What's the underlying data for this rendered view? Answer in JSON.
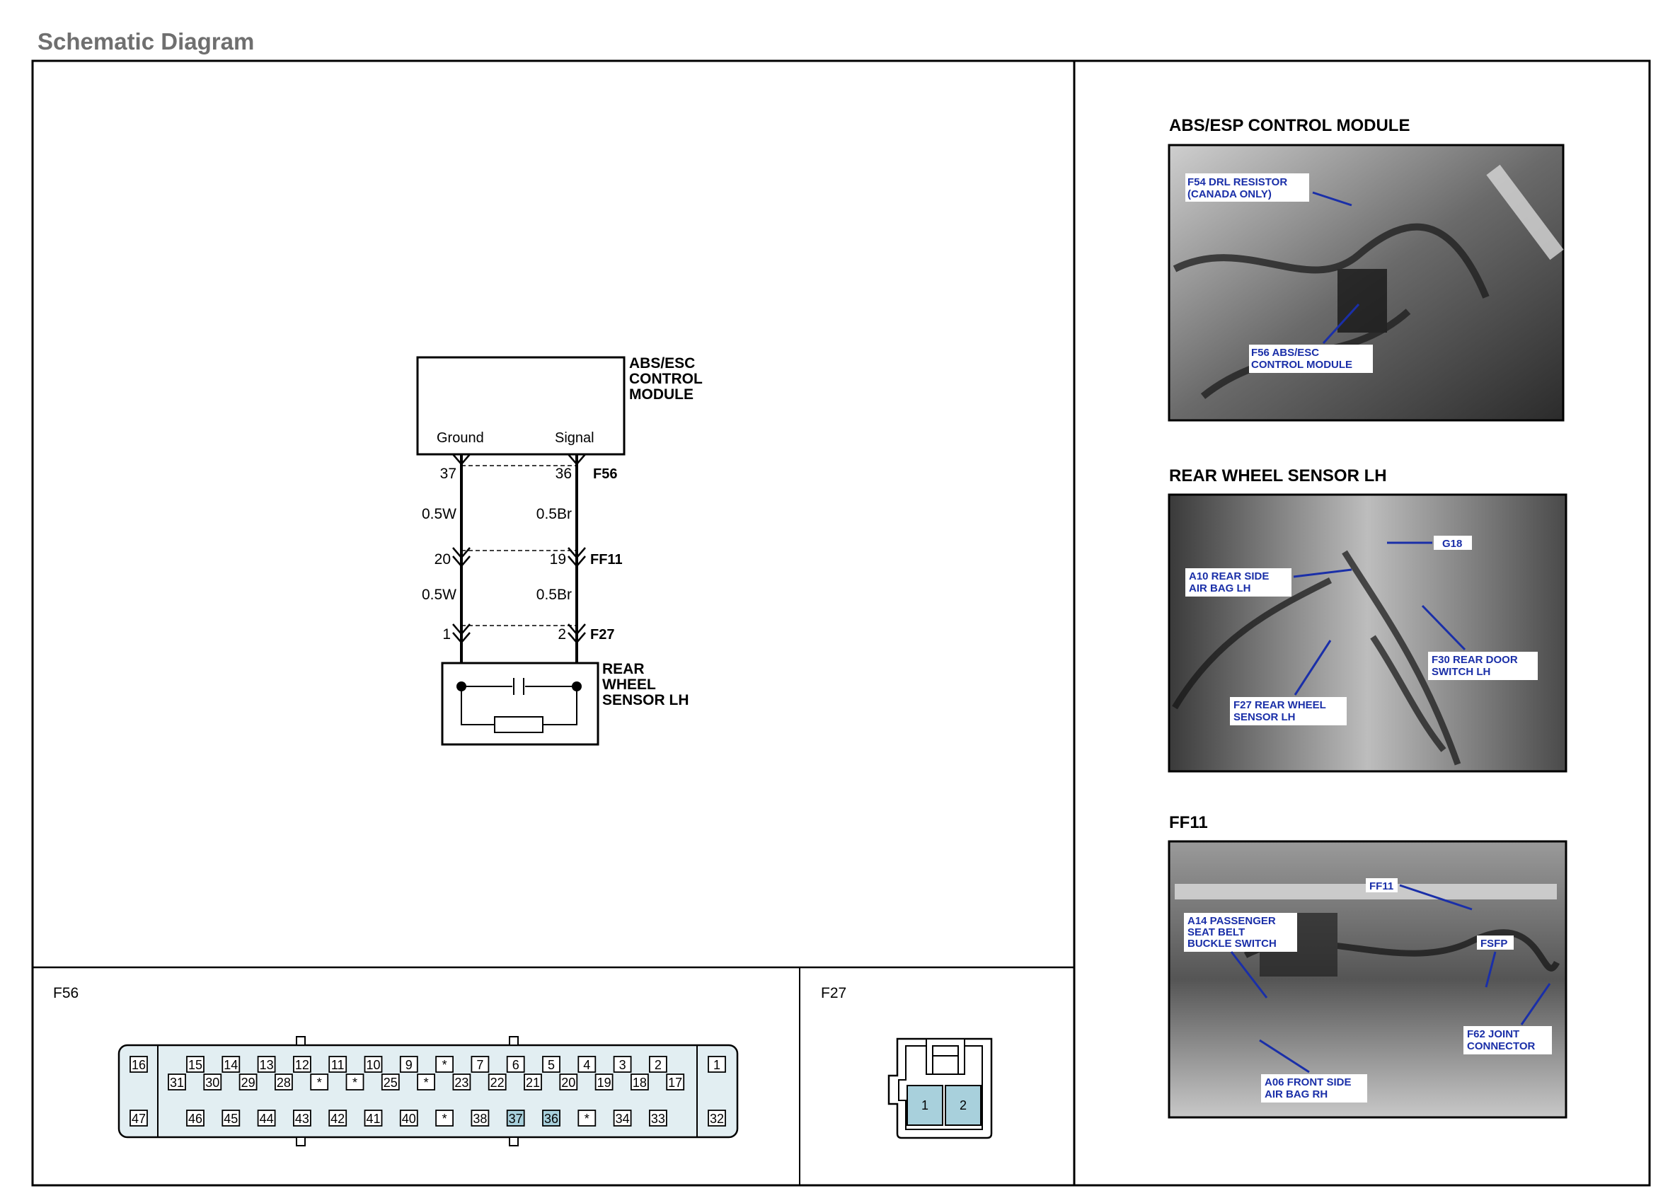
{
  "page_title": "Schematic Diagram",
  "schematic": {
    "module_label": [
      "ABS/ESC",
      "CONTROL",
      "MODULE"
    ],
    "ground_label": "Ground",
    "signal_label": "Signal",
    "pin_37": "37",
    "pin_36": "36",
    "conn_f56": "F56",
    "wire_left_1": "0.5W",
    "wire_right_1": "0.5Br",
    "pin_20": "20",
    "pin_19": "19",
    "conn_ff11": "FF11",
    "wire_left_2": "0.5W",
    "wire_right_2": "0.5Br",
    "pin_1": "1",
    "pin_2": "2",
    "conn_f27": "F27",
    "sensor_label": [
      "REAR",
      "WHEEL",
      "SENSOR LH"
    ]
  },
  "photos": {
    "abs_title": "ABS/ESP CONTROL MODULE",
    "abs_callouts": [
      "F54 DRL RESISTOR",
      "(CANADA ONLY)",
      "F56 ABS/ESC",
      "CONTROL MODULE"
    ],
    "rear_title": "REAR WHEEL SENSOR LH",
    "rear_callouts": [
      "G18",
      "A10 REAR SIDE",
      "AIR BAG LH",
      "F30 REAR DOOR",
      "SWITCH LH",
      "F27 REAR WHEEL",
      "SENSOR LH"
    ],
    "ff11_title": "FF11",
    "ff11_callouts": [
      "FF11",
      "A14 PASSENGER",
      "SEAT BELT",
      "BUCKLE SWITCH",
      "FSFP",
      "F62 JOINT",
      "CONNECTOR",
      "A06 FRONT SIDE",
      "AIR BAG RH"
    ]
  },
  "connectors": {
    "f56_label": "F56",
    "f27_label": "F27",
    "f56_row1": [
      "16",
      "15",
      "14",
      "13",
      "12",
      "11",
      "10",
      "9",
      "*",
      "7",
      "6",
      "5",
      "4",
      "3",
      "2",
      "1"
    ],
    "f56_row2": [
      "31",
      "30",
      "29",
      "28",
      "*",
      "*",
      "25",
      "*",
      "23",
      "22",
      "21",
      "20",
      "19",
      "18",
      "17"
    ],
    "f56_row3": [
      "47",
      "46",
      "45",
      "44",
      "43",
      "42",
      "41",
      "40",
      "*",
      "38",
      "37",
      "36",
      "*",
      "34",
      "33",
      "32"
    ],
    "f56_highlighted": [
      "37",
      "36"
    ],
    "f27_pins": [
      "1",
      "2"
    ]
  },
  "colors": {
    "callout_text": "#1a2fa8",
    "pin_highlight": "#a8d0dc",
    "connector_fill": "#e2eef2",
    "title_gray": "#6f6f6f"
  }
}
